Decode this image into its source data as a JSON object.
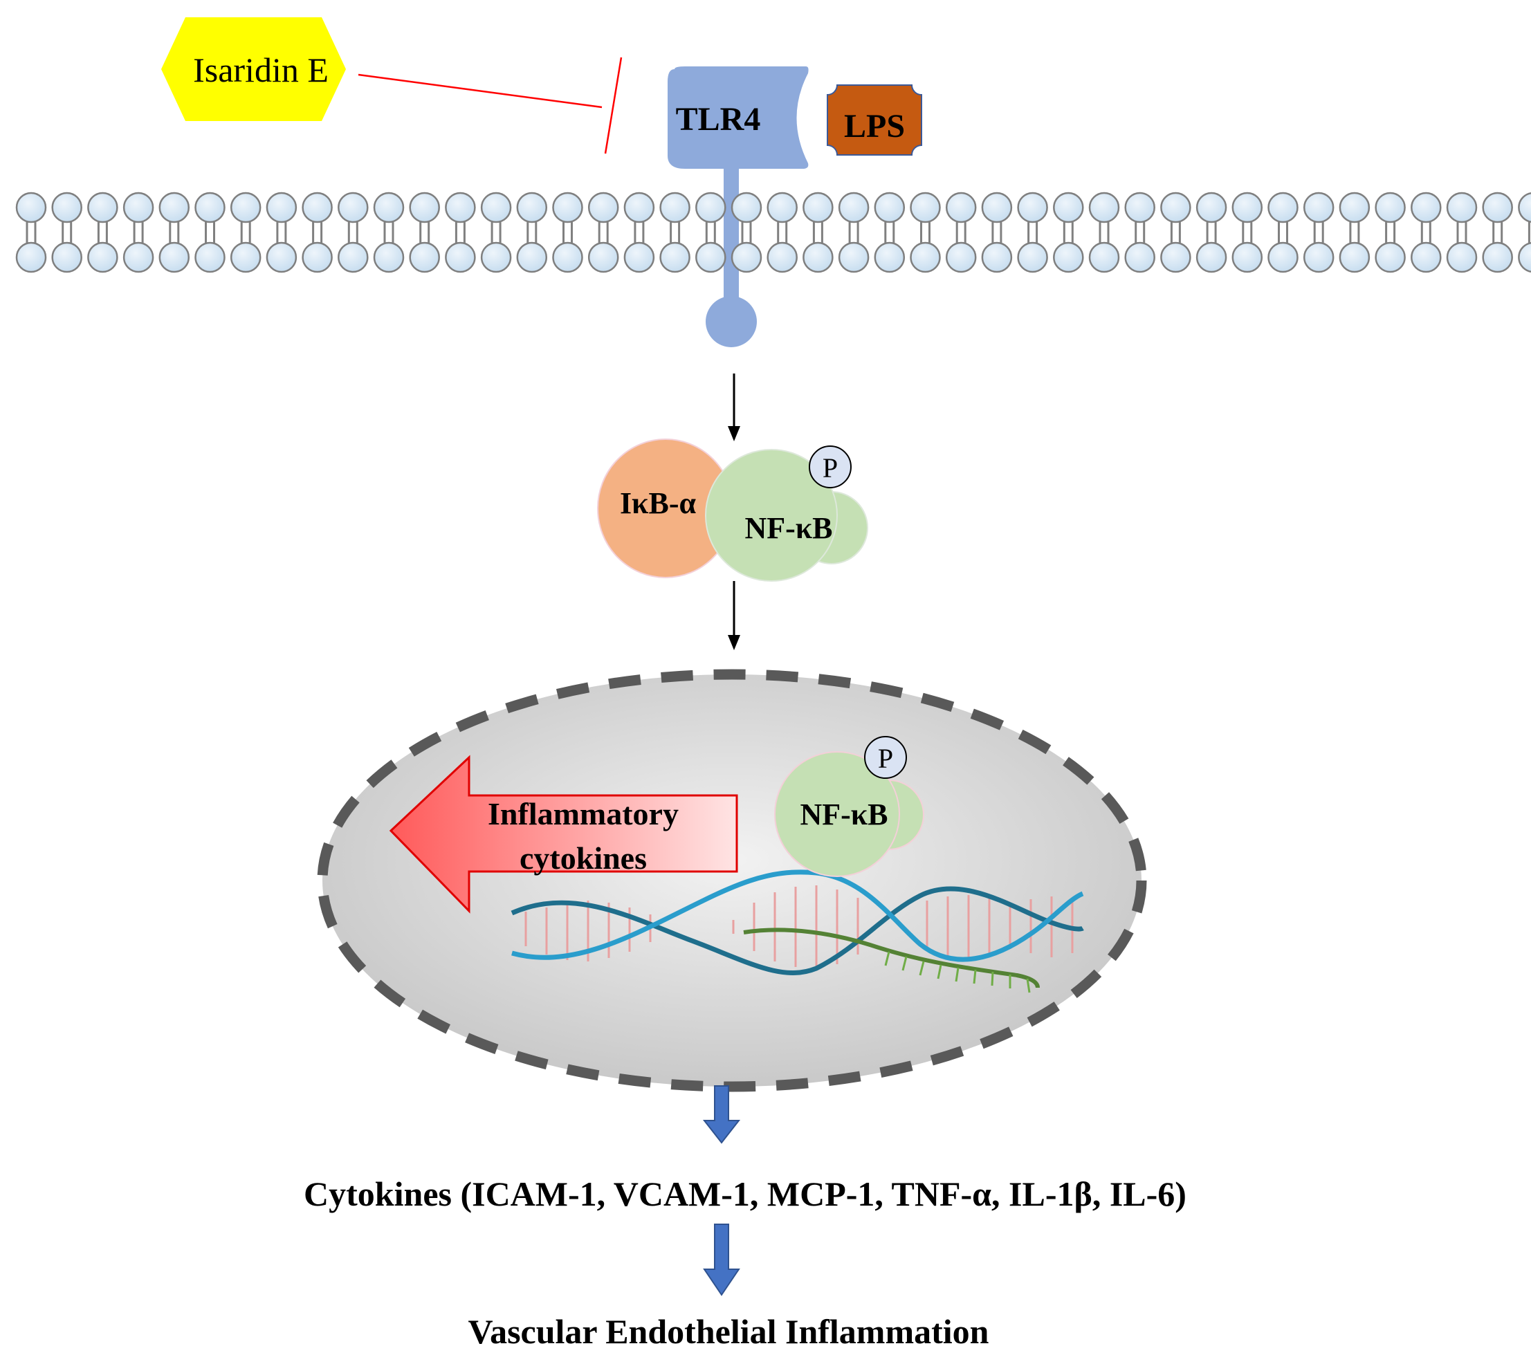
{
  "labels": {
    "drug": "Isaridin E",
    "receptor": "TLR4",
    "ligand": "LPS",
    "inhibitor": "IκB-α",
    "nfkb_cytoplasm": "NF-κB",
    "nfkb_nucleus": "NF-κB",
    "phospho_1": "P",
    "phospho_2": "P",
    "arrow_line1": "Inflammatory",
    "arrow_line2": "cytokines",
    "cytokines": "Cytokines (ICAM-1, VCAM-1, MCP-1, TNF-α, IL-1β, IL-6)",
    "outcome": "Vascular Endothelial Inflammation"
  },
  "colors": {
    "drug": "#ffff00",
    "receptor": "#8eaadb",
    "ligand": "#c55a11",
    "lipid_head": "#d6e6f4",
    "ikb": "#f4b183",
    "nfkb": "#c5e0b4",
    "inhibition": "#ff0000",
    "block_arrow": "#4472c4",
    "nucleus_border": "#595959"
  }
}
